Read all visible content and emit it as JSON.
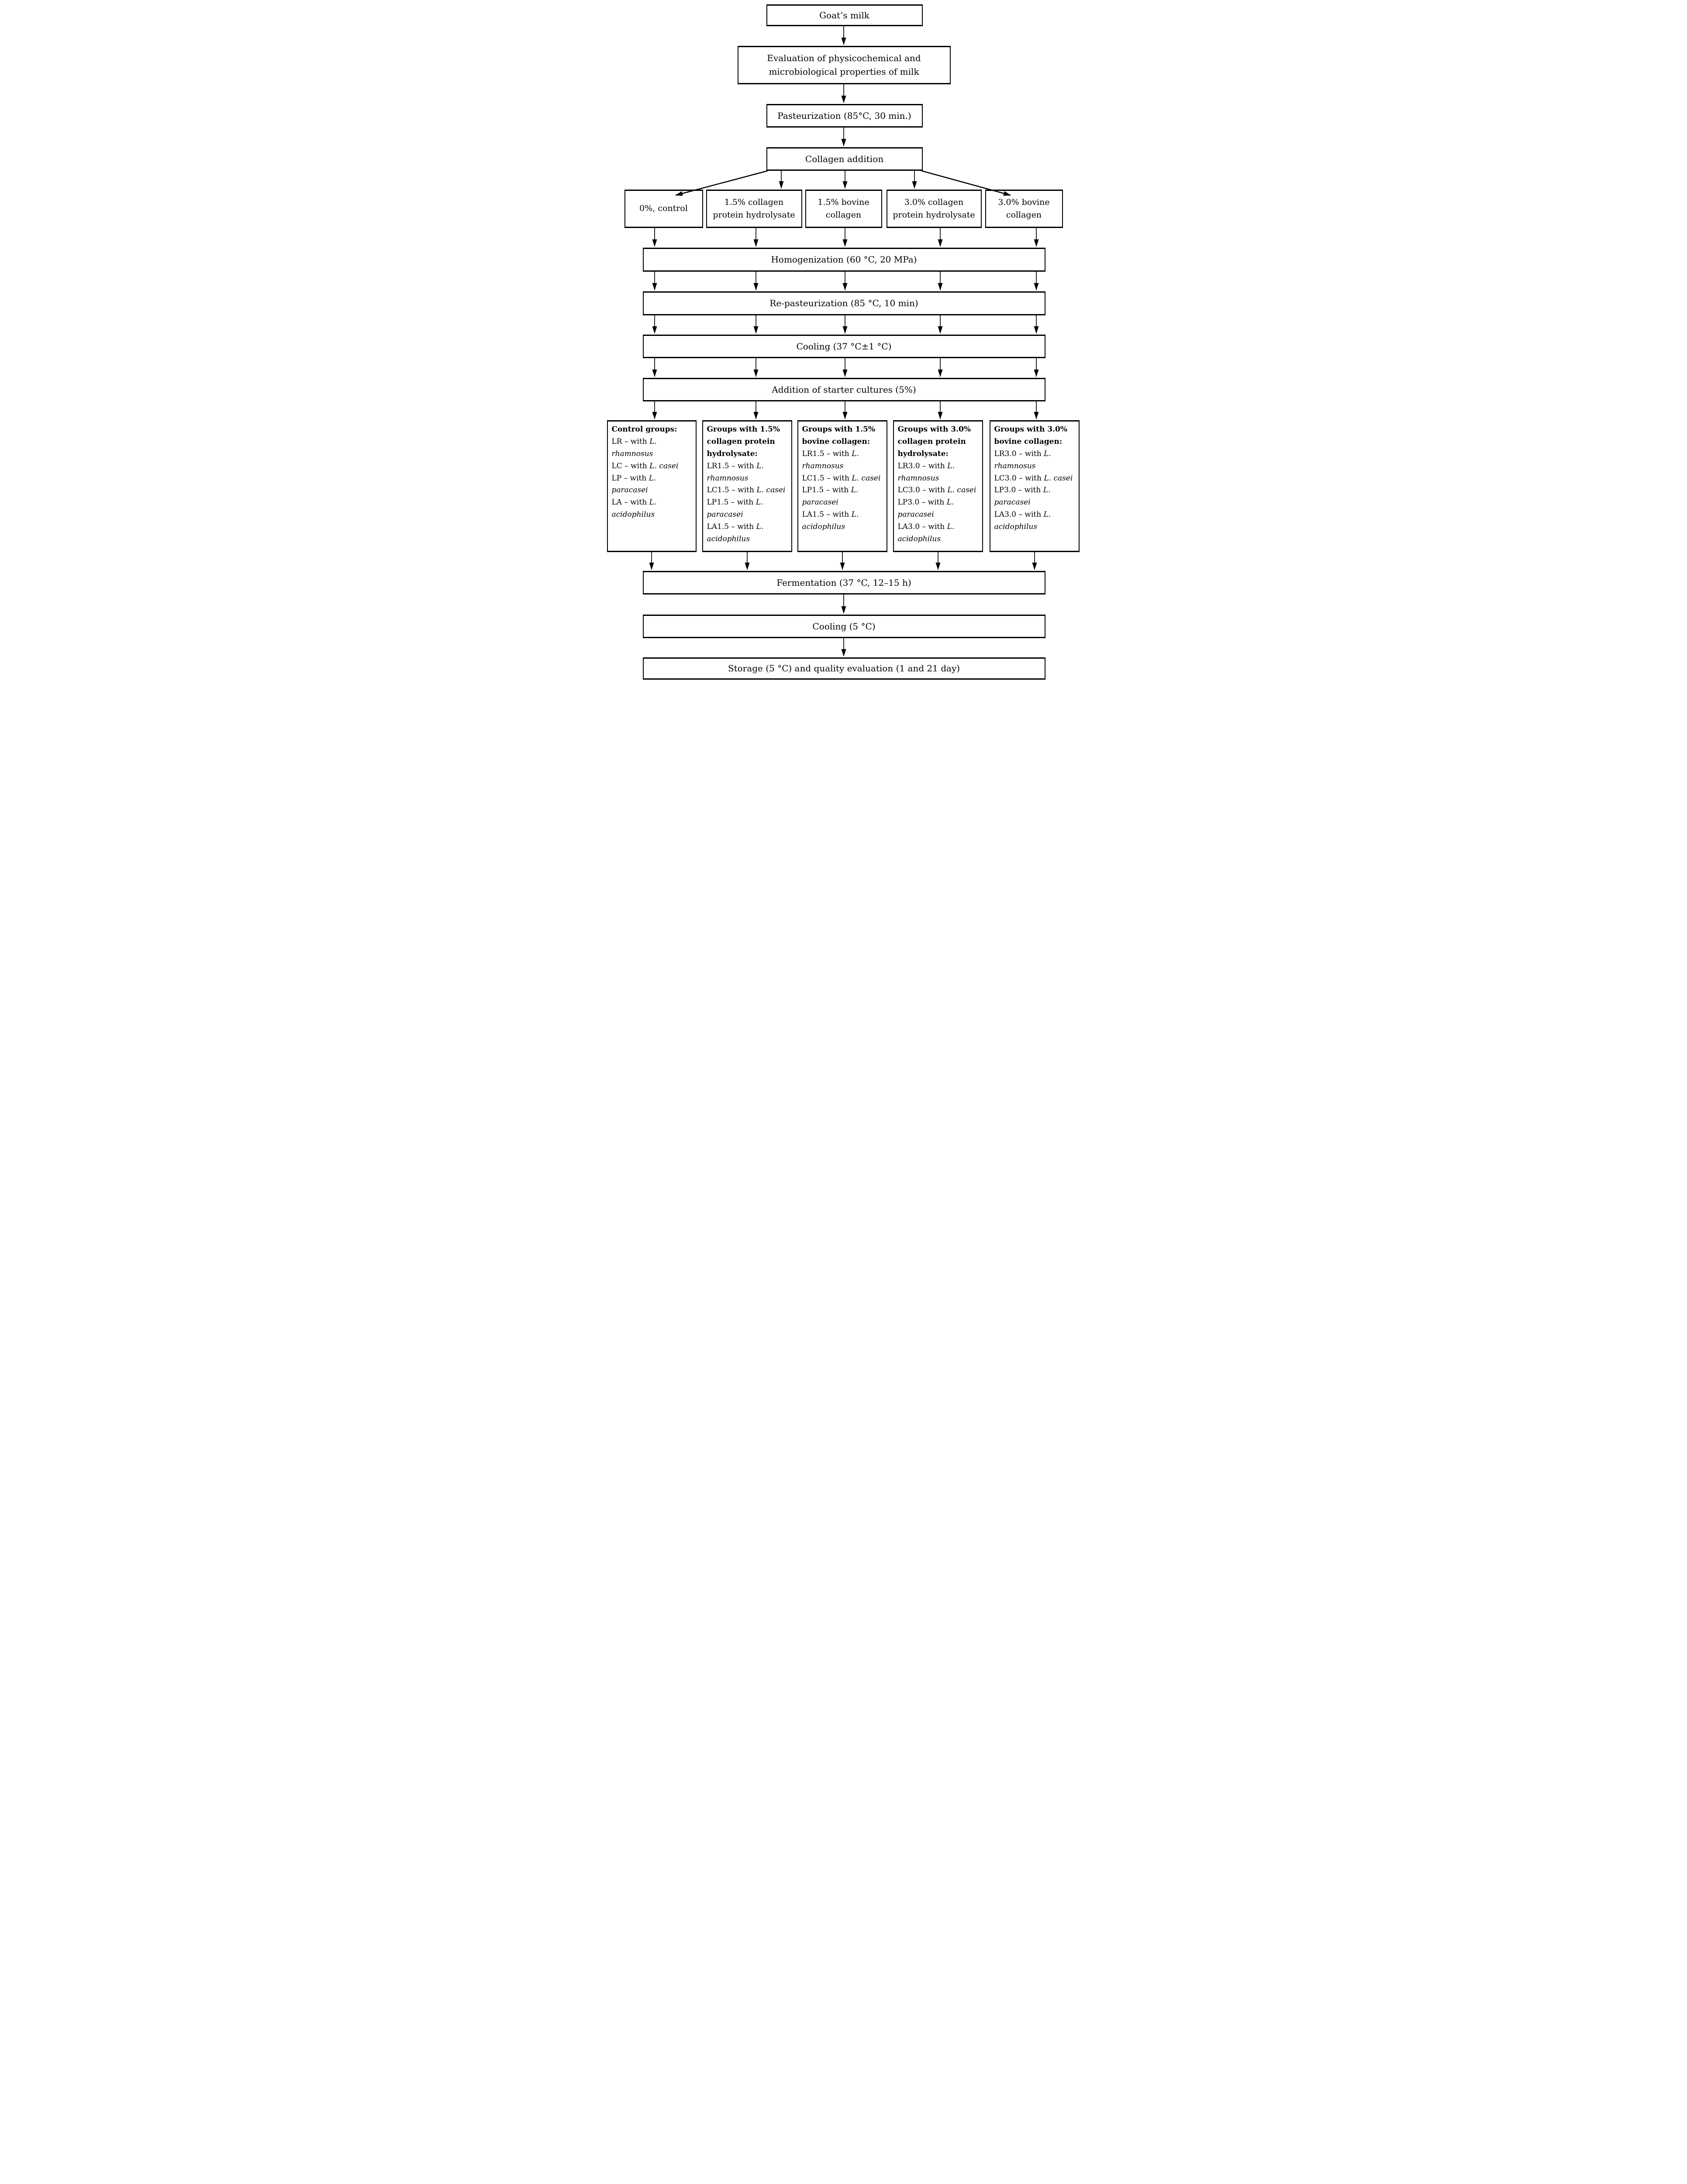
{
  "nodes": {
    "goats_milk": "Goat’s milk",
    "evaluation": "Evaluation of physicochemical and\nmicrobiological properties of milk",
    "pasteurization": "Pasteurization (85°C, 30 min.)",
    "collagen_addition": "Collagen addition",
    "homogenization": "Homogenization (60 °C, 20 MPa)",
    "re_pasteurization": "Re-pasteurization (85 °C, 10 min)",
    "cooling_37": "Cooling (37 °C±1 °C)",
    "starter_cultures": "Addition of starter cultures (5%)",
    "fermentation": "Fermentation (37 °C, 12–15 h)",
    "cooling_5": "Cooling (5 °C)",
    "storage": "Storage (5 °C) and quality evaluation (1 and 21 day)"
  },
  "branches": [
    {
      "label": "0%, control"
    },
    {
      "label": "1.5% collagen\nprotein hydrolysate"
    },
    {
      "label": "1.5% bovine\ncollagen"
    },
    {
      "label": "3.0% collagen\nprotein hydrolysate"
    },
    {
      "label": "3.0% bovine\ncollagen"
    }
  ],
  "groups": [
    {
      "title": "Control groups:",
      "items": [
        {
          "prefix": "LR – with",
          "species": "L. rhamnosus"
        },
        {
          "prefix": "LC – with",
          "species": "L. casei"
        },
        {
          "prefix": "LP – with",
          "species": "L. paracasei"
        },
        {
          "prefix": "LA – with",
          "species": "L. acidophilus"
        }
      ]
    },
    {
      "title": "Groups with 1.5% collagen protein hydrolysate:",
      "items": [
        {
          "prefix": "LR1.5 – with",
          "species": "L. rhamnosus"
        },
        {
          "prefix": "LC1.5 – with",
          "species": "L. casei"
        },
        {
          "prefix": "LP1.5 – with",
          "species": "L. paracasei"
        },
        {
          "prefix": "LA1.5 – with",
          "species": "L. acidophilus"
        }
      ]
    },
    {
      "title": "Groups with 1.5% bovine collagen:",
      "items": [
        {
          "prefix": "LR1.5 – with",
          "species": "L. rhamnosus"
        },
        {
          "prefix": "LC1.5 – with",
          "species": "L. casei"
        },
        {
          "prefix": "LP1.5 – with",
          "species": "L. paracasei"
        },
        {
          "prefix": "LA1.5 – with",
          "species": "L. acidophilus"
        }
      ]
    },
    {
      "title": "Groups with 3.0% collagen protein hydrolysate:",
      "items": [
        {
          "prefix": "LR3.0 – with",
          "species": "L. rhamnosus"
        },
        {
          "prefix": "LC3.0 – with",
          "species": "L. casei"
        },
        {
          "prefix": "LP3.0 – with",
          "species": "L. paracasei"
        },
        {
          "prefix": "LA3.0 – with",
          "species": "L. acidophilus"
        }
      ]
    },
    {
      "title": "Groups with 3.0% bovine collagen:",
      "items": [
        {
          "prefix": "LR3.0 – with",
          "species": "L. rhamnosus"
        },
        {
          "prefix": "LC3.0 – with",
          "species": "L. casei"
        },
        {
          "prefix": "LP3.0 – with",
          "species": "L. paracasei"
        },
        {
          "prefix": "LA3.0 – with",
          "species": "L. acidophilus"
        }
      ]
    }
  ],
  "colors": {
    "line": "#000000",
    "box_bg": "#ffffff"
  }
}
